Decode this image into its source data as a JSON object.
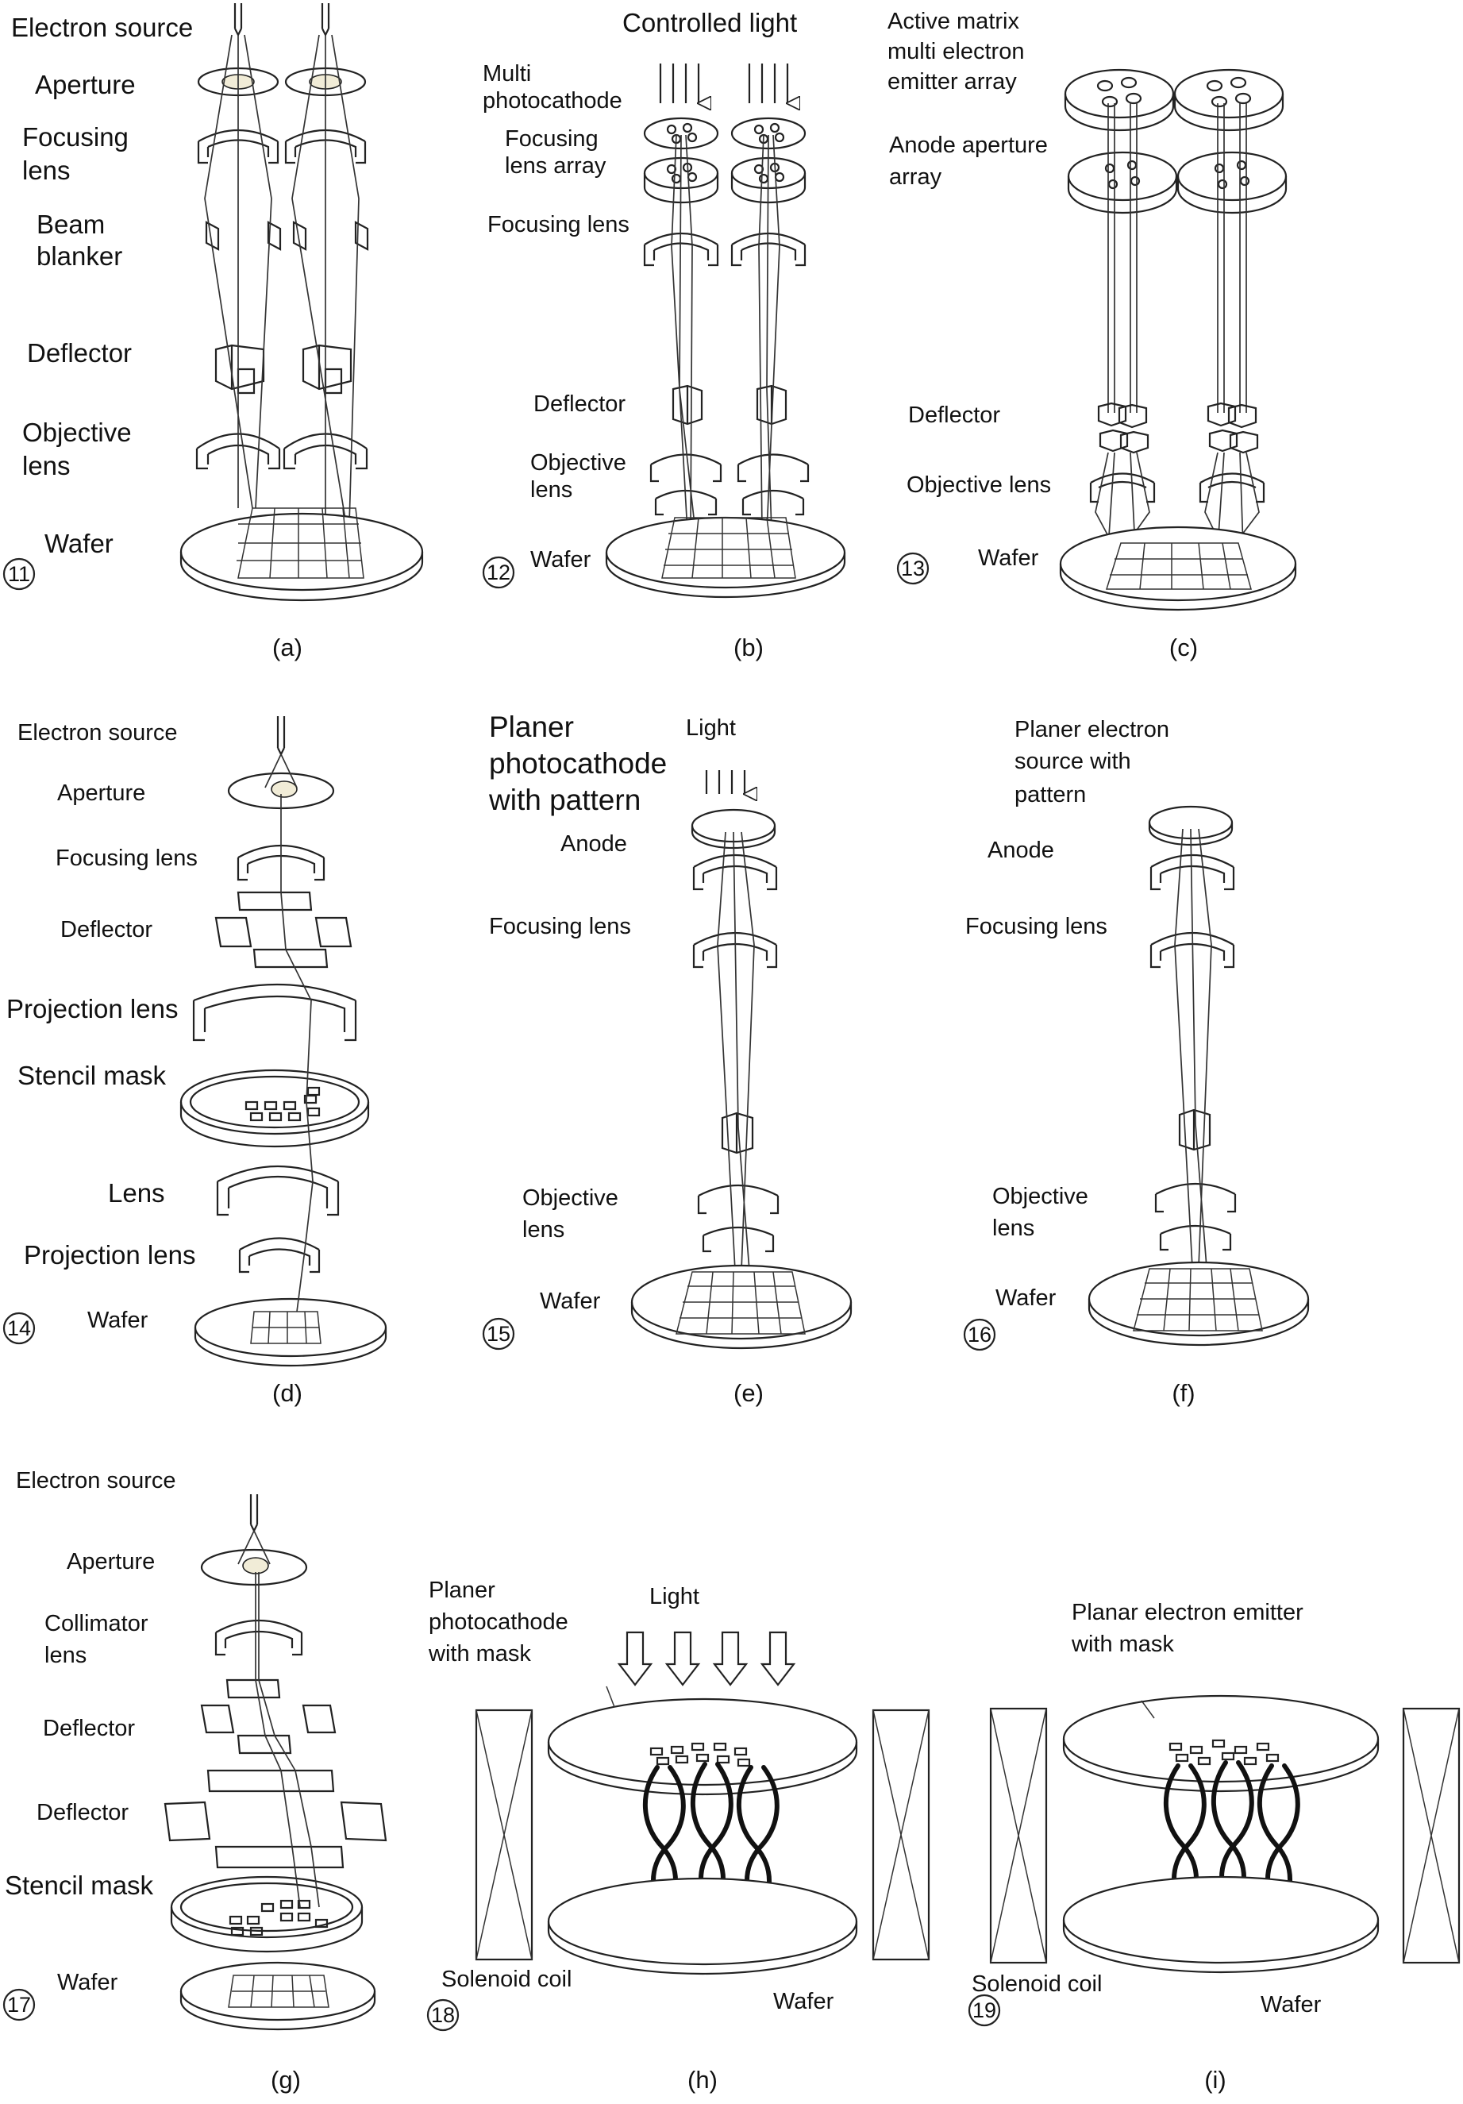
{
  "colors": {
    "ink": "#222222",
    "background": "#ffffff",
    "aperture_fill": "#f1ecd7"
  },
  "panels": {
    "a": {
      "caption": "(a)",
      "number": "11",
      "labels": {
        "source": "Electron source",
        "aperture": "Aperture",
        "focusing_1": "Focusing",
        "focusing_2": "lens",
        "blanker_1": "Beam",
        "blanker_2": "blanker",
        "deflector": "Deflector",
        "objective_1": "Objective",
        "objective_2": "lens",
        "wafer": "Wafer"
      }
    },
    "b": {
      "caption": "(b)",
      "number": "12",
      "labels": {
        "light": "Controlled light",
        "photocathode_1": "Multi",
        "photocathode_2": "photocathode",
        "lens_array_1": "Focusing",
        "lens_array_2": "lens array",
        "focusing": "Focusing lens",
        "deflector": "Deflector",
        "objective_1": "Objective",
        "objective_2": "lens",
        "wafer": "Wafer"
      }
    },
    "c": {
      "caption": "(c)",
      "number": "13",
      "labels": {
        "emitter_1": "Active matrix",
        "emitter_2": "multi electron",
        "emitter_3": "emitter array",
        "anode_1": "Anode aperture",
        "anode_2": "array",
        "deflector": "Deflector",
        "objective": "Objective lens",
        "wafer": "Wafer"
      }
    },
    "d": {
      "caption": "(d)",
      "number": "14",
      "labels": {
        "source": "Electron source",
        "aperture": "Aperture",
        "focusing": "Focusing lens",
        "deflector": "Deflector",
        "projection_1": "Projection lens",
        "stencil": "Stencil mask",
        "lens": "Lens",
        "projection_2": "Projection lens",
        "wafer": "Wafer"
      }
    },
    "e": {
      "caption": "(e)",
      "number": "15",
      "labels": {
        "photocathode_1": "Planer",
        "photocathode_2": "photocathode",
        "photocathode_3": "with pattern",
        "light": "Light",
        "anode": "Anode",
        "focusing": "Focusing lens",
        "objective_1": "Objective",
        "objective_2": "lens",
        "wafer": "Wafer"
      }
    },
    "f": {
      "caption": "(f)",
      "number": "16",
      "labels": {
        "source_1": "Planer electron",
        "source_2": "source with",
        "source_3": "pattern",
        "anode": "Anode",
        "focusing": "Focusing lens",
        "objective_1": "Objective",
        "objective_2": "lens",
        "wafer": "Wafer"
      }
    },
    "g": {
      "caption": "(g)",
      "number": "17",
      "labels": {
        "source": "Electron source",
        "aperture": "Aperture",
        "collimator_1": "Collimator",
        "collimator_2": "lens",
        "deflector_1": "Deflector",
        "deflector_2": "Deflector",
        "stencil": "Stencil mask",
        "wafer": "Wafer"
      }
    },
    "h": {
      "caption": "(h)",
      "number": "18",
      "labels": {
        "photocathode_1": "Planer",
        "photocathode_2": "photocathode",
        "photocathode_3": "with mask",
        "light": "Light",
        "coil": "Solenoid coil",
        "wafer": "Wafer"
      }
    },
    "i": {
      "caption": "(i)",
      "number": "19",
      "labels": {
        "emitter_1": "Planar electron emitter",
        "emitter_2": "with mask",
        "coil": "Solenoid coil",
        "wafer": "Wafer"
      }
    }
  }
}
